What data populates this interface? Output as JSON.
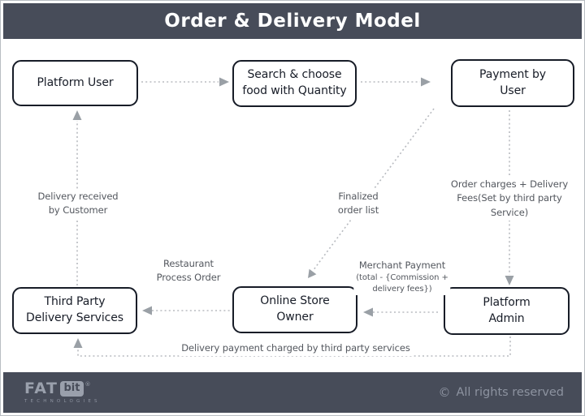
{
  "title": "Order & Delivery Model",
  "nodes": {
    "platform_user": {
      "lines": [
        "Platform User"
      ]
    },
    "search_choose": {
      "lines": [
        "Search & choose",
        "food with Quantity"
      ]
    },
    "payment_user": {
      "lines": [
        "Payment by",
        "User"
      ]
    },
    "third_party": {
      "lines": [
        "Third Party",
        "Delivery Services"
      ]
    },
    "online_store": {
      "lines": [
        "Online Store",
        "Owner"
      ]
    },
    "platform_admin": {
      "lines": [
        "Platform",
        "Admin"
      ]
    }
  },
  "edge_labels": {
    "delivery_received": {
      "lines": [
        "Delivery received",
        "by Customer"
      ]
    },
    "finalized_order": {
      "lines": [
        "Finalized",
        "order list"
      ]
    },
    "order_charges": {
      "lines": [
        "Order charges + Delivery",
        "Fees(Set by third party",
        "Service)"
      ]
    },
    "restaurant_process": {
      "lines": [
        "Restaurant",
        "Process Order"
      ]
    },
    "merchant_payment": {
      "title": "Merchant Payment",
      "sub_lines": [
        "(total - {Commission +",
        "delivery fees})"
      ]
    },
    "delivery_payment": {
      "lines": [
        "Delivery payment charged by third party services"
      ]
    }
  },
  "footer": {
    "logo": {
      "fat": "FAT",
      "bit": "bit",
      "reg": "®",
      "tagline": "TECHNOLOGIES"
    },
    "copyright_symbol": "©",
    "copyright_text": "All rights reserved"
  },
  "colors": {
    "header_footer_bg": "#474c59",
    "node_border": "#171c27",
    "label_text": "#53575e",
    "dotted_line": "#b8bbc0",
    "arrowhead": "#9aa0a6",
    "logo_gray": "#9aa0ac"
  }
}
